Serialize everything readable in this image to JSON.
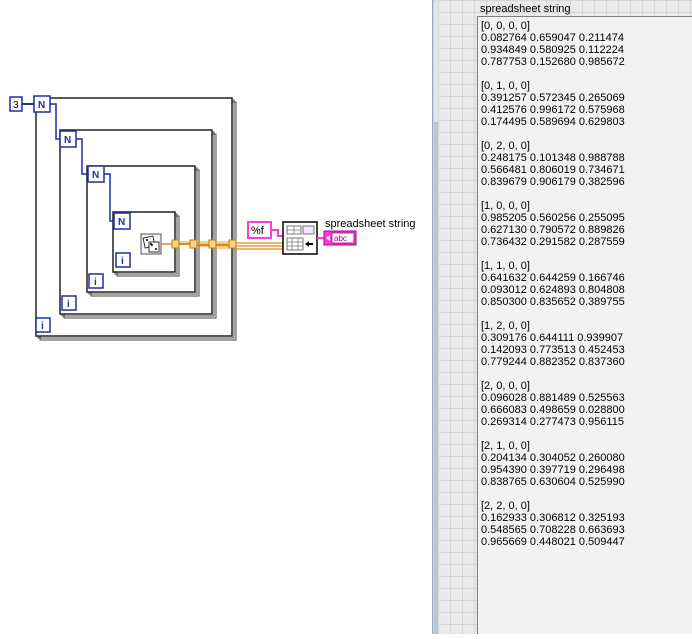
{
  "diagram": {
    "constant_value": "3",
    "loop_count_terminal": "N",
    "loop_index_terminal": "i",
    "format_string": "%f",
    "output_wire_label": "spreadsheet string",
    "indicator_glyph": "abc",
    "function_icon": "array-to-spreadsheet-string-icon",
    "random_icon": "dice-icon",
    "colors": {
      "terminal_blue": "#1c2fa6",
      "string_pink": "#ff3ad7",
      "array_wire_orange": "#e08a17"
    }
  },
  "front_panel": {
    "indicator_label": "spreadsheet string",
    "indicator_value": "[0, 0, 0, 0]\n0.082764 0.659047 0.211474\n0.934849 0.580925 0.112224\n0.787753 0.152680 0.985672\n\n[0, 1, 0, 0]\n0.391257 0.572345 0.265069\n0.412576 0.996172 0.575968\n0.174495 0.589694 0.629803\n\n[0, 2, 0, 0]\n0.248175 0.101348 0.988788\n0.566481 0.806019 0.734671\n0.839679 0.906179 0.382596\n\n[1, 0, 0, 0]\n0.985205 0.560256 0.255095\n0.627130 0.790572 0.889826\n0.736432 0.291582 0.287559\n\n[1, 1, 0, 0]\n0.641632 0.644259 0.166746\n0.093012 0.624893 0.804808\n0.850300 0.835652 0.389755\n\n[1, 2, 0, 0]\n0.309176 0.644111 0.939907\n0.142093 0.773513 0.452453\n0.779244 0.882352 0.837360\n\n[2, 0, 0, 0]\n0.096028 0.881489 0.525563\n0.666083 0.498659 0.028800\n0.269314 0.277473 0.956115\n\n[2, 1, 0, 0]\n0.204134 0.304052 0.260080\n0.954390 0.397719 0.296498\n0.838765 0.630604 0.525990\n\n[2, 2, 0, 0]\n0.162933 0.306812 0.325193\n0.548565 0.708228 0.663693\n0.965669 0.448021 0.509447"
  }
}
